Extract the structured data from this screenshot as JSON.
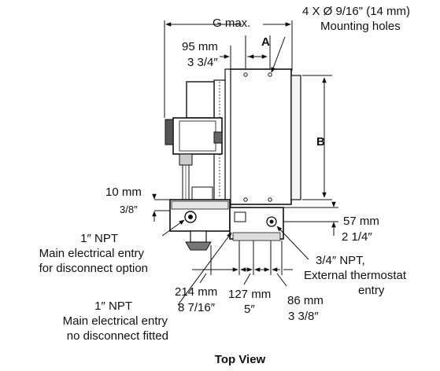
{
  "diagram": {
    "caption": "Top View",
    "dimensions": {
      "g": "G max.",
      "a": "A",
      "b": "B",
      "d95_mm": "95 mm",
      "d95_in": "3 3/4″",
      "d10_mm": "10 mm",
      "d10_in": "3/8″",
      "d57_mm": "57 mm",
      "d57_in": "2 1/4″",
      "d214_mm": "214 mm",
      "d214_in": "8 7/16″",
      "d127_mm": "127 mm",
      "d127_in": "5″",
      "d86_mm": "86 mm",
      "d86_in": "3 3/8″"
    },
    "mounting": {
      "line1": "4 X Ø 9/16\" (14 mm)",
      "line2": "Mounting holes"
    },
    "entry_disconnect": {
      "line1": "1″ NPT",
      "line2": "Main electrical entry",
      "line3": "for disconnect option"
    },
    "entry_no_disconnect": {
      "line1": "1″ NPT",
      "line2": "Main electrical entry",
      "line3": "no disconnect fitted"
    },
    "thermostat": {
      "line1": "3/4″ NPT,",
      "line2": "External thermostat",
      "line3": "entry"
    }
  }
}
